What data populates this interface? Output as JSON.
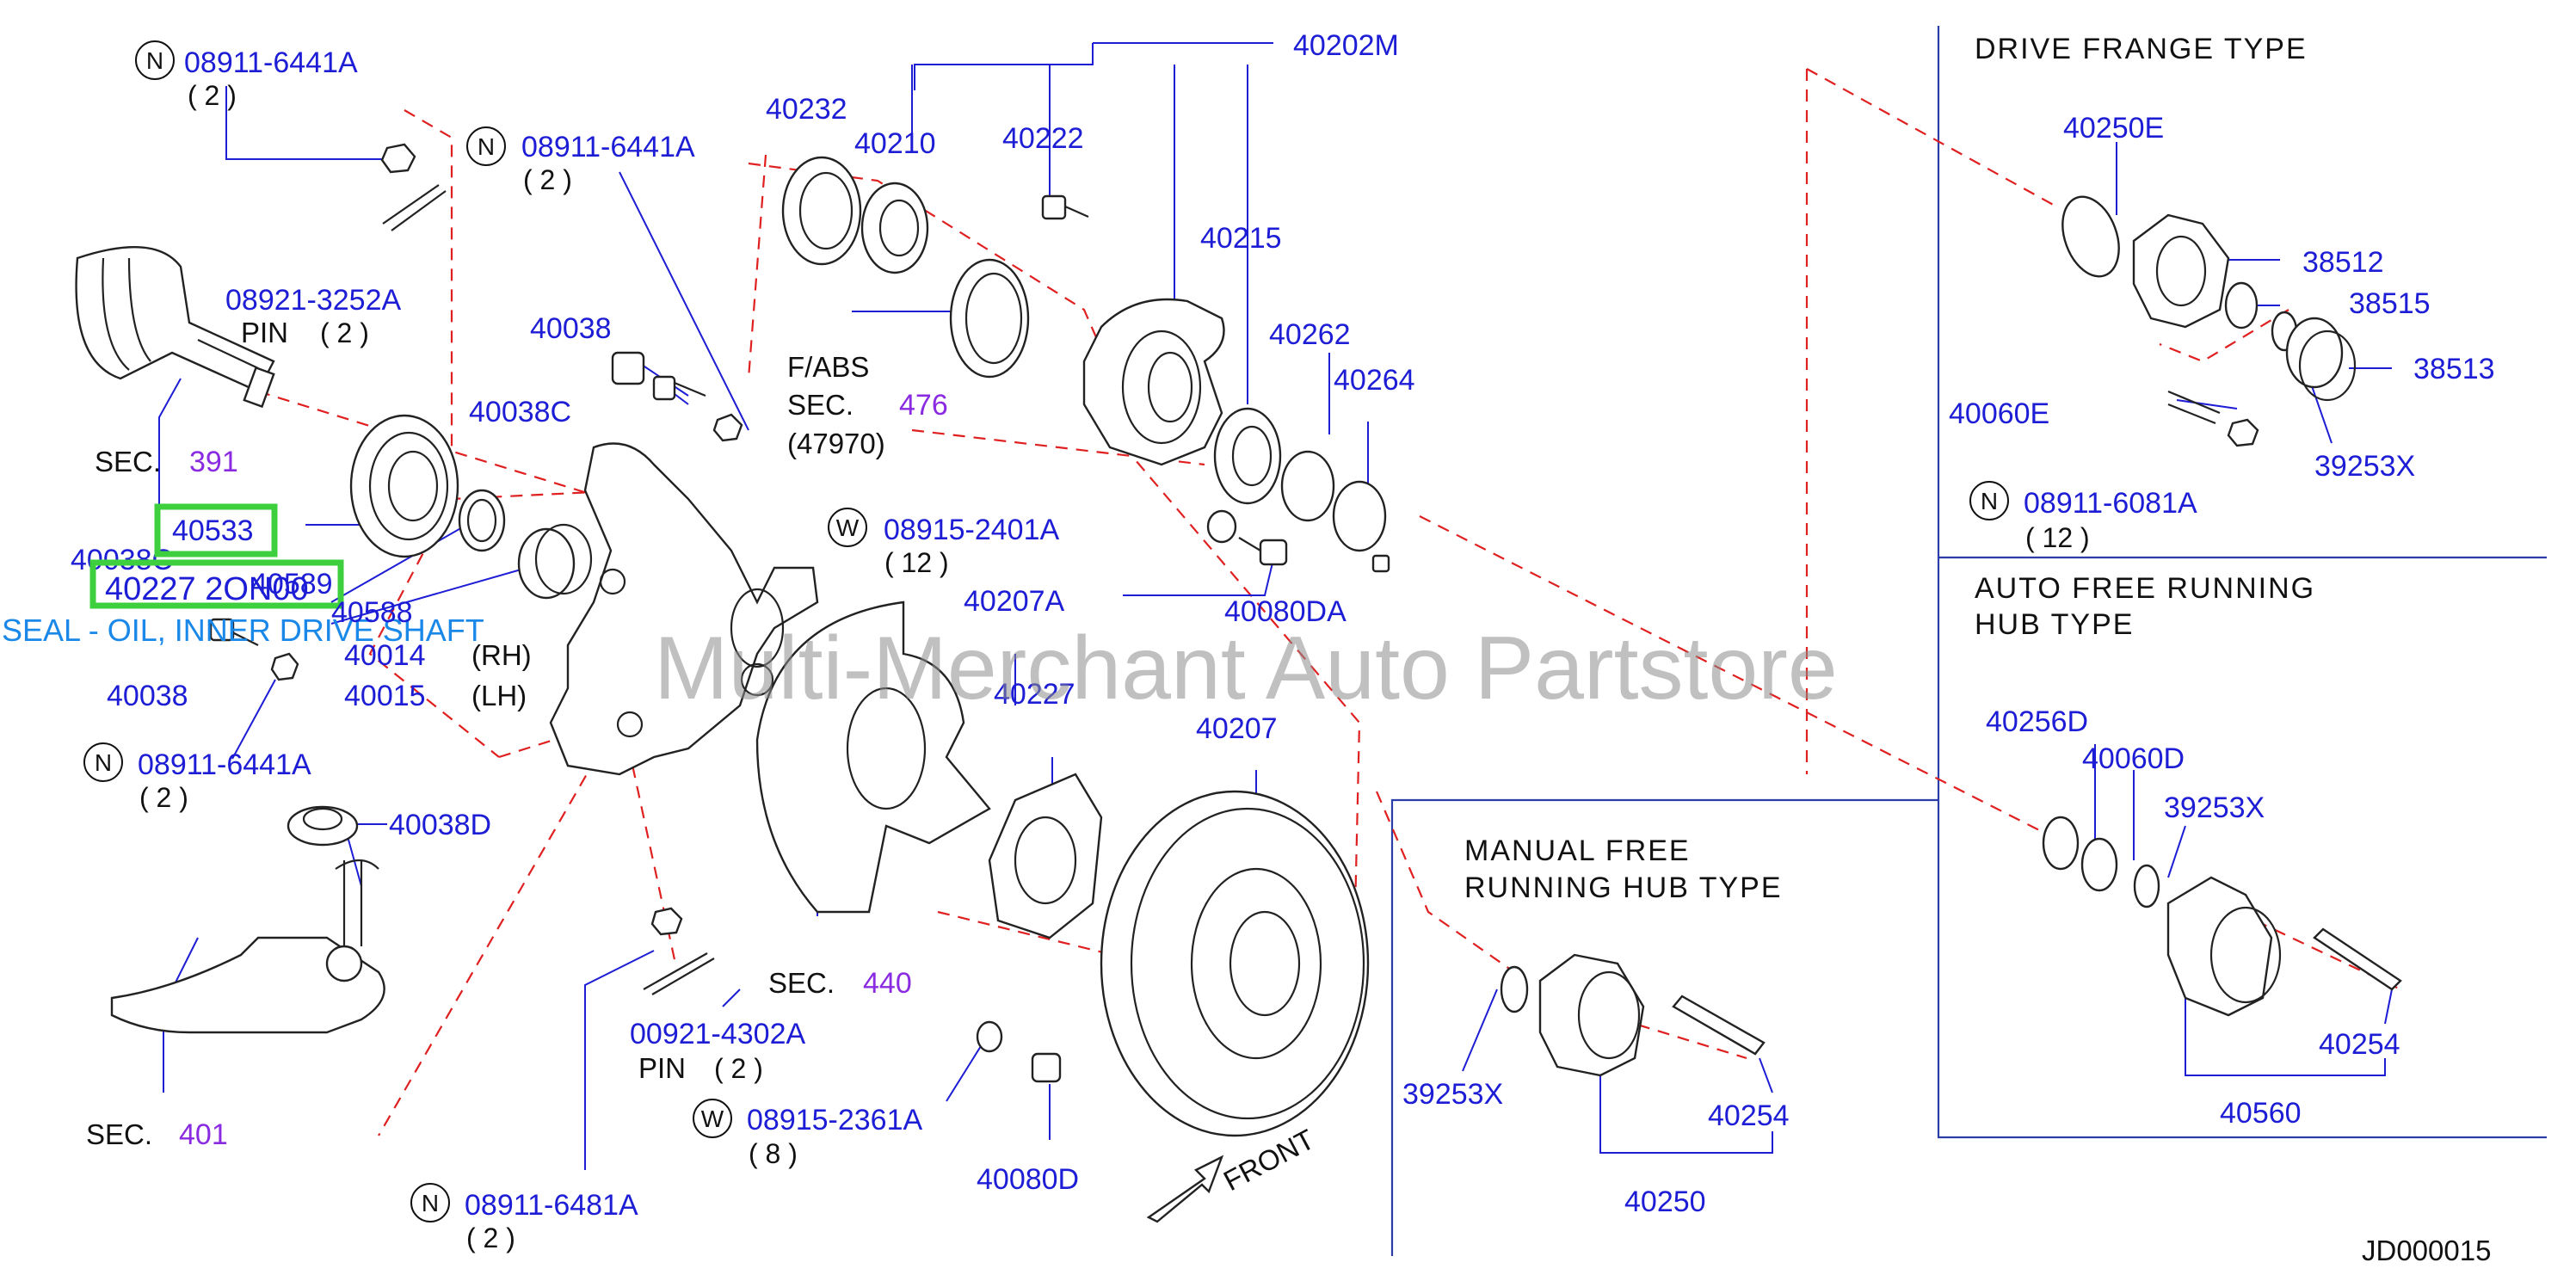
{
  "watermark": "Multi-Merchant Auto Partstore",
  "diagram_code": "JD000015",
  "tooltip": "SEAL - OIL, INNER DRIVE SHAFT",
  "highlight": {
    "main": "40533",
    "overlay": "40227 2ON00"
  },
  "section_headers": {
    "drive_flange": "DRIVE  FRANGE  TYPE",
    "auto_free_1": "AUTO  FREE  RUNNING",
    "auto_free_2": "HUB  TYPE",
    "manual_free_1": "MANUAL  FREE",
    "manual_free_2": "RUNNING  HUB  TYPE"
  },
  "labels": {
    "n1": "08911-6441A",
    "n1q": "( 2 )",
    "n2": "08911-6441A",
    "n2q": "( 2 )",
    "n3": "08911-6441A",
    "n3q": "( 2 )",
    "n4": "08911-6481A",
    "n4q": "( 2 )",
    "n5": "08911-6081A",
    "n5q": "( 12 )",
    "w1": "08915-2401A",
    "w1q": "( 12 )",
    "w2": "08915-2361A",
    "w2q": "( 8 )",
    "pin1": "08921-3252A",
    "pin1t": "PIN",
    "pin1q": "( 2 )",
    "pin2": "00921-4302A",
    "pin2t": "PIN",
    "pin2q": "( 2 )",
    "sec391": "SEC.",
    "sec391n": "391",
    "sec401": "SEC.",
    "sec401n": "401",
    "sec440": "SEC.",
    "sec440n": "440",
    "sec476": "SEC.",
    "sec476n": "476",
    "fabs": "F/ABS",
    "s47970": "(47970)",
    "p40202M": "40202M",
    "p40232": "40232",
    "p40210": "40210",
    "p40222": "40222",
    "p40215": "40215",
    "p40262": "40262",
    "p40264": "40264",
    "p40038a": "40038",
    "p40038C1": "40038C",
    "p40038C2": "40038C",
    "p40533": "40533",
    "p40589": "40589",
    "p40588": "40588",
    "p40014": "40014",
    "rh": "(RH)",
    "p40015": "40015",
    "lh": "(LH)",
    "p40038b": "40038",
    "p40038D": "40038D",
    "p40207A": "40207A",
    "p40080DA": "40080DA",
    "p40227": "40227",
    "p40207": "40207",
    "p40080D": "40080D",
    "p40250E": "40250E",
    "p38512": "38512",
    "p38515": "38515",
    "p38513": "38513",
    "p40060E": "40060E",
    "p39253X1": "39253X",
    "p40256D": "40256D",
    "p40060D": "40060D",
    "p39253X2": "39253X",
    "p40254a": "40254",
    "p40560": "40560",
    "p39253X3": "39253X",
    "p40254b": "40254",
    "p40250": "40250",
    "front": "FRONT",
    "nmark": "N",
    "wmark": "W"
  }
}
